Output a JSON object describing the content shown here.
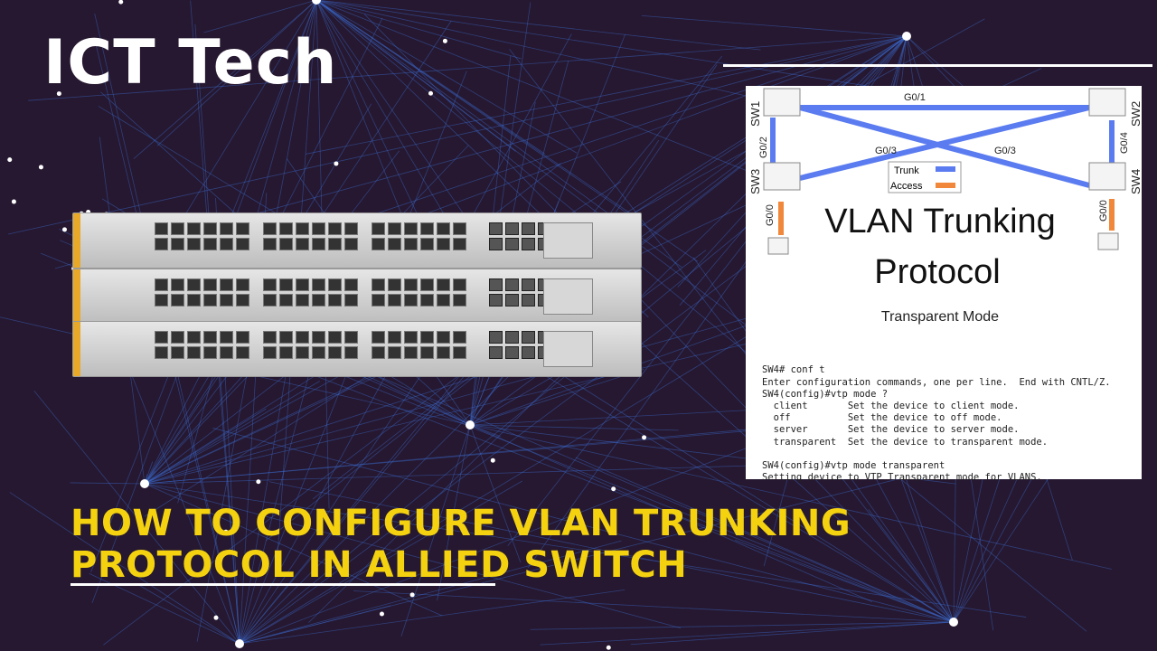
{
  "channel_title": "ICT Tech",
  "headline": [
    "HOW TO CONFIGURE VLAN TRUNKING",
    "PROTOCOL IN ALLIED SWITCH"
  ],
  "colors": {
    "background": "#261830",
    "headline": "#f4d210",
    "trunk": "#5b7cf0",
    "access": "#f0873a",
    "network_lines": "#3b6fd8"
  },
  "diagram": {
    "switches": [
      "SW1",
      "SW2",
      "SW3",
      "SW4"
    ],
    "links": {
      "sw1_sw2": "G0/1",
      "sw1_sw3": "G0/2",
      "sw3_sw2": "G0/3",
      "sw1_sw4": "G0/3",
      "sw2_sw4": "G0/4",
      "sw3_pc": "G0/0",
      "sw4_pc": "G0/0"
    },
    "legend": {
      "trunk": "Trunk",
      "access": "Access"
    },
    "title_line1": "VLAN Trunking",
    "title_line2": "Protocol",
    "subtitle": "Transparent Mode"
  },
  "terminal": [
    "SW4# conf t",
    "Enter configuration commands, one per line.  End with CNTL/Z.",
    "SW4(config)#vtp mode ?",
    "  client       Set the device to client mode.",
    "  off          Set the device to off mode.",
    "  server       Set the device to server mode.",
    "  transparent  Set the device to transparent mode.",
    "",
    "SW4(config)#vtp mode transparent",
    "Setting device to VTP Transparent mode for VLANS."
  ]
}
